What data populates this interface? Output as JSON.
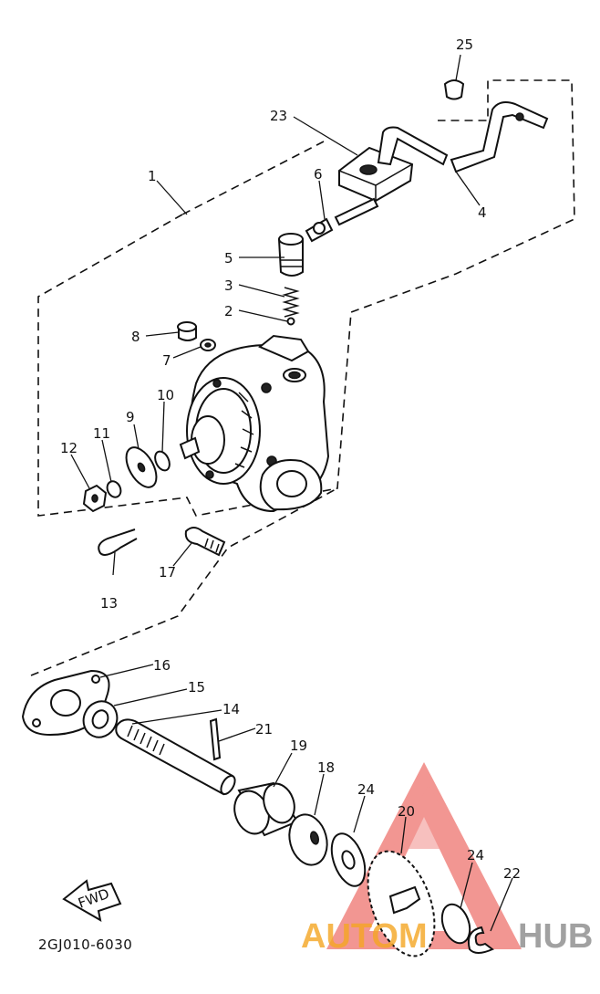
{
  "callouts": {
    "c1": "1",
    "c2": "2",
    "c3": "3",
    "c4": "4",
    "c5": "5",
    "c6": "6",
    "c7": "7",
    "c8": "8",
    "c9": "9",
    "c10": "10",
    "c11": "11",
    "c12": "12",
    "c13": "13",
    "c14": "14",
    "c15": "15",
    "c16": "16",
    "c17": "17",
    "c18": "18",
    "c19": "19",
    "c20": "20",
    "c21": "21",
    "c22": "22",
    "c23": "23",
    "c24a": "24",
    "c24b": "24",
    "c25": "25"
  },
  "fwd_label": "FWD",
  "diagram_code": "2GJ010-6030",
  "watermark": {
    "left_text": "AUTOM",
    "right_text": "HUB",
    "color_orange": "#f5a623",
    "color_red": "#e8413a",
    "color_gray": "#8a8a8a"
  }
}
